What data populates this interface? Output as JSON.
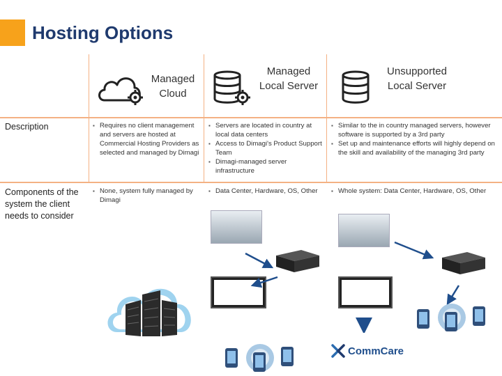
{
  "page": {
    "title": "Hosting Options"
  },
  "columns": [
    {
      "label": "Managed Cloud",
      "icon": "cloud-gear-icon"
    },
    {
      "label": "Managed Local Server",
      "icon": "database-gear-icon"
    },
    {
      "label": "Unsupported Local Server",
      "icon": "database-icon"
    }
  ],
  "rows": [
    {
      "label": "Description",
      "cells": [
        [
          "Requires no client management and servers are hosted at Commercial Hosting Providers as selected and managed by Dimagi"
        ],
        [
          "Servers are located in country at local data centers",
          "Access to Dimagi's Product Support Team",
          "Dimagi-managed server infrastructure"
        ],
        [
          "Similar to the in country managed servers, however software is supported by a 3rd party",
          "Set up and maintenance efforts will highly depend on the skill and availability of the managing 3rd party"
        ]
      ]
    },
    {
      "label": "Components of the system the client needs to consider",
      "cells": [
        [
          "None, system fully managed by Dimagi"
        ],
        [
          "Data Center, Hardware, OS, Other"
        ],
        [
          "Whole system: Data Center, Hardware, OS, Other"
        ]
      ]
    }
  ],
  "logo": {
    "text": "CommCare"
  },
  "colors": {
    "accent": "#f7a21b",
    "title": "#1f3a6e",
    "divider": "#f4b183",
    "cloud": "#7cc3ea"
  }
}
